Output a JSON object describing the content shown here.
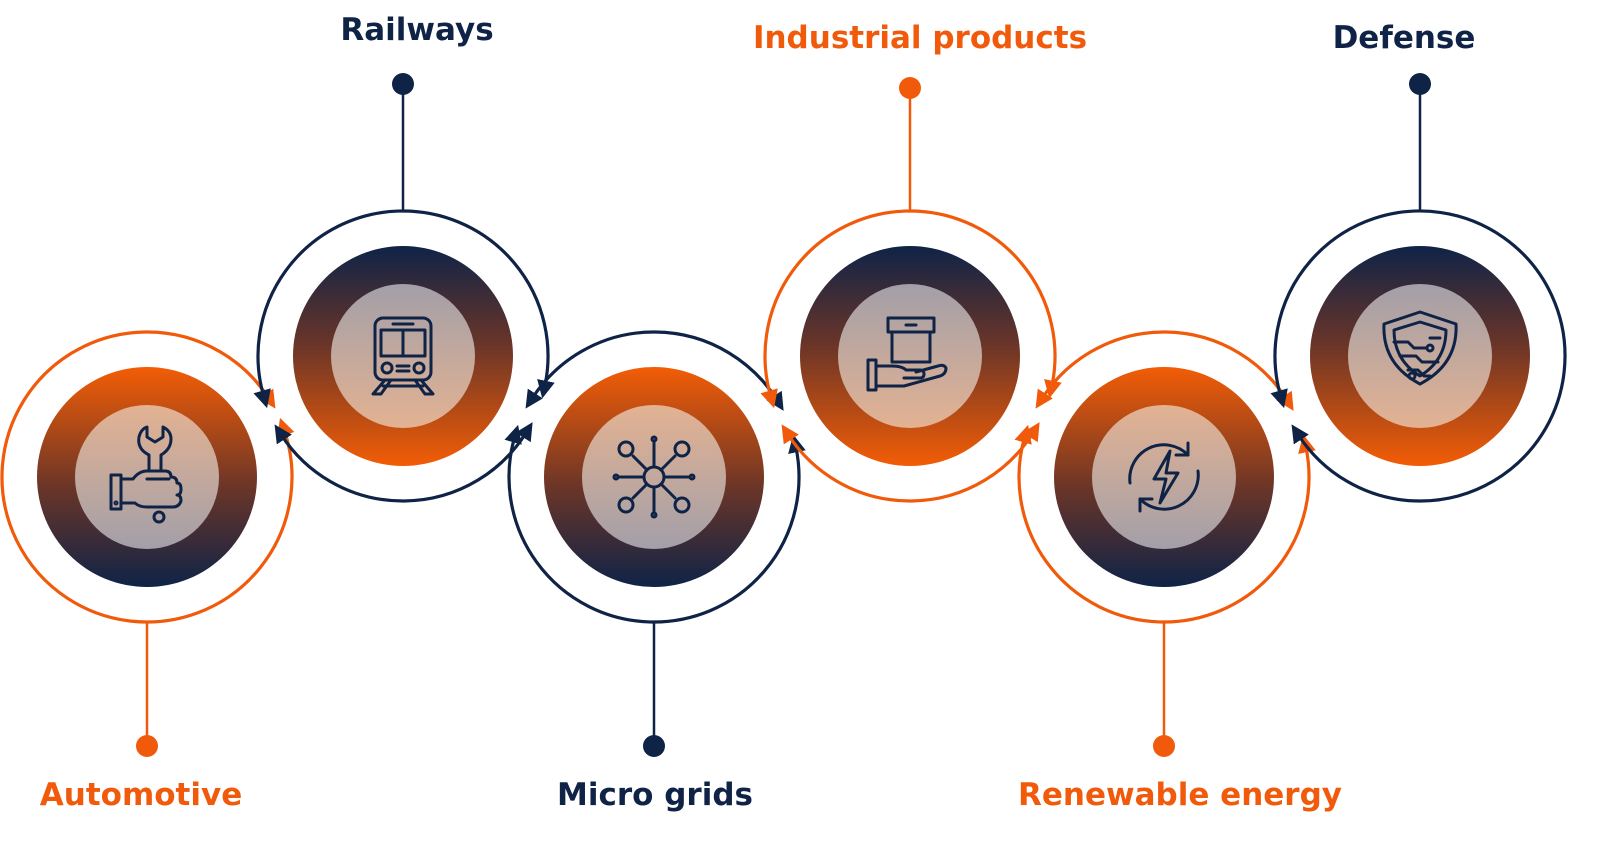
{
  "colors": {
    "navy": "#0f2347",
    "orange": "#f05a0a",
    "inner_gray": "#a39fa8",
    "inner_peach": "#e3b292"
  },
  "nodes": [
    {
      "label": "Automotive",
      "icon": "hand-wrench-icon",
      "position": "bottom",
      "color": "orange"
    },
    {
      "label": "Railways",
      "icon": "train-icon",
      "position": "top",
      "color": "navy"
    },
    {
      "label": "Micro grids",
      "icon": "gear-network-icon",
      "position": "bottom",
      "color": "navy"
    },
    {
      "label": "Industrial products",
      "icon": "hand-box-icon",
      "position": "top",
      "color": "orange"
    },
    {
      "label": "Renewable energy",
      "icon": "renewable-bolt-icon",
      "position": "bottom",
      "color": "orange"
    },
    {
      "label": "Defense",
      "icon": "shield-circuit-icon",
      "position": "top",
      "color": "navy"
    }
  ]
}
